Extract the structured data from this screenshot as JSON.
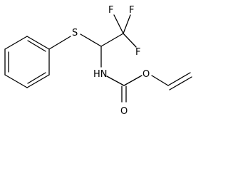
{
  "molecule": {
    "atoms": {
      "fluorine_1": "F",
      "fluorine_2": "F",
      "fluorine_3": "F",
      "sulfur": "S",
      "nitrogen": "HN",
      "carbonyl_oxygen": "O",
      "ester_oxygen": "O"
    }
  }
}
